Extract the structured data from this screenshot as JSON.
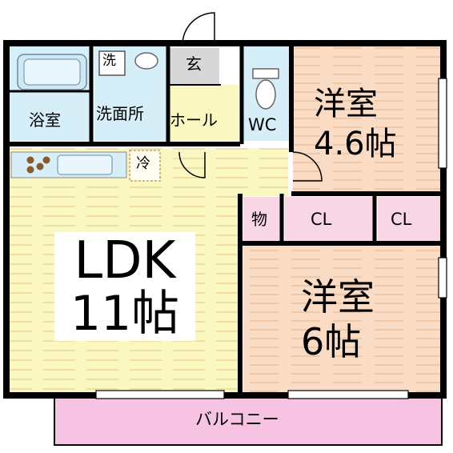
{
  "rooms": {
    "bath": "浴室",
    "washbasin": "洗面所",
    "washer": "洗",
    "entrance": "玄",
    "hall": "ホール",
    "wc": "WC",
    "western1_name": "洋室",
    "western1_size": "4.6帖",
    "fridge": "冷",
    "storage": "物",
    "closet1": "CL",
    "closet2": "CL",
    "ldk_name": "LDK",
    "ldk_size": "11帖",
    "western2_name": "洋室",
    "western2_size": "6帖",
    "balcony": "バルコニー"
  },
  "colors": {
    "wall": "#000000",
    "ldk": "#fbf7c0",
    "western": "#f9dcc3",
    "wet": "#d6eef8",
    "entrance": "#d7d7d7",
    "closet": "#f9d6e6",
    "balcony": "#f6c3e3",
    "floor_lines": "#e0b98f"
  }
}
